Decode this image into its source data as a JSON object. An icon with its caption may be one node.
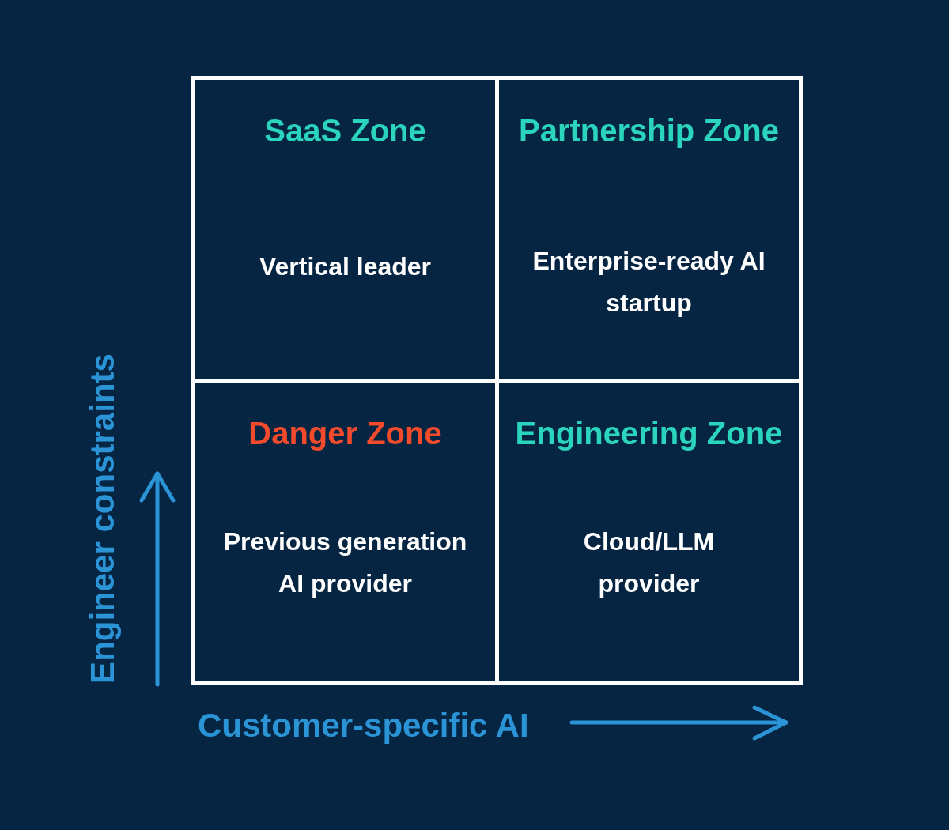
{
  "diagram": {
    "nodes": [
      {
        "text": [
          "SaaS Zone",
          "Vertical leader"
        ]
      },
      {
        "text": [
          "Partnership Zone",
          "Enterprise-ready AI startup"
        ]
      },
      {
        "text": [
          "Danger Zone",
          "Previous generation AI provider"
        ]
      },
      {
        "text": [
          "Engineering Zone",
          "Cloud/LLM provider"
        ]
      }
    ],
    "labels": [
      "Engineer constraints",
      "Customer-specific AI"
    ]
  }
}
